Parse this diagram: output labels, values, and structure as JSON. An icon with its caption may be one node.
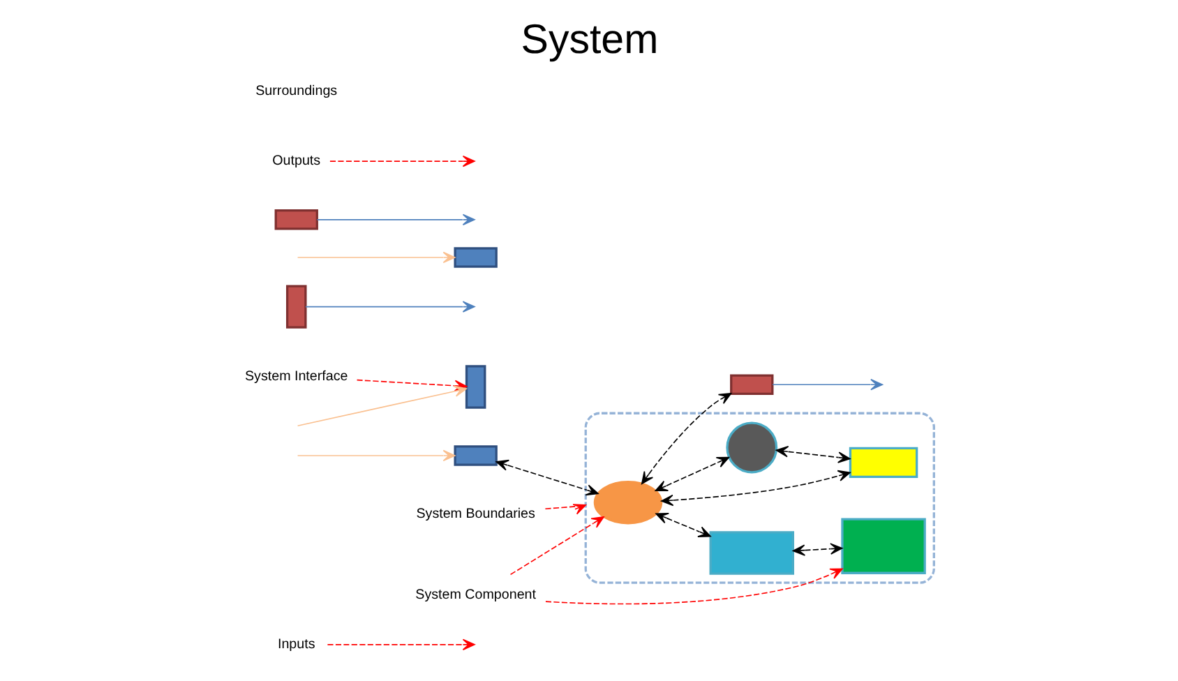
{
  "diagram": {
    "title": "System",
    "nodes": [
      {
        "text": [
          "Inputs"
        ]
      },
      {
        "text": [
          "System Component"
        ]
      },
      {
        "text": [],
        "shape": "ellipse"
      },
      {
        "text": [],
        "shape": "box"
      },
      {
        "text": [],
        "shape": "ellipse",
        "in": 2
      },
      {
        "text": [],
        "shape": "box"
      },
      {
        "text": [],
        "shape": "box",
        "in": 2
      },
      {
        "text": [],
        "shape": "box"
      },
      {
        "text": [],
        "shape": "box"
      },
      {
        "text": [],
        "shape": "box",
        "in": 2
      },
      {
        "text": [],
        "shape": "box",
        "in": 2
      },
      {
        "text": [],
        "shape": "box"
      },
      {
        "text": [],
        "shape": "circle",
        "in": 2
      },
      {
        "text": [],
        "shape": "box"
      },
      {
        "text": [
          "System Interface"
        ]
      },
      {
        "text": [
          "Outputs"
        ]
      },
      {
        "text": [
          "System Boundaries"
        ]
      }
    ],
    "edges": [
      {
        "from": null,
        "to": 3,
        "arrow": "to",
        "color": "#fac090"
      },
      {
        "from": null,
        "to": 7,
        "arrow": "to",
        "color": "#fac090"
      },
      {
        "from": null,
        "to": 11,
        "arrow": "to",
        "color": "#fac090"
      },
      {
        "from": 5,
        "to": null,
        "arrow": "to",
        "color": "#4f81bd"
      },
      {
        "from": 8,
        "to": null,
        "arrow": "to",
        "color": "#4f81bd"
      },
      {
        "from": 13,
        "to": null,
        "arrow": "to",
        "color": "#4f81bd"
      },
      {
        "from": 0,
        "to": null,
        "arrow": "to",
        "style": "dashed",
        "color": "#ff0000"
      },
      {
        "from": 1,
        "to": 4,
        "arrow": "to",
        "style": "dashed",
        "color": "#ff0000"
      },
      {
        "from": 1,
        "to": 6,
        "arrow": "to",
        "style": "dashed",
        "color": "#ff0000"
      },
      {
        "from": 14,
        "to": 7,
        "arrow": "to",
        "style": "dashed",
        "color": "#ff0000"
      },
      {
        "from": 16,
        "to": 2,
        "arrow": "to",
        "style": "dashed",
        "color": "#ff0000"
      },
      {
        "from": 15,
        "to": null,
        "arrow": "to",
        "style": "dashed",
        "color": "#ff0000"
      },
      {
        "from": 3,
        "to": 4,
        "arrow": "both",
        "style": "dashed"
      },
      {
        "from": 4,
        "to": 5,
        "arrow": "both",
        "style": "dashed"
      },
      {
        "from": 4,
        "to": 9,
        "arrow": "both",
        "style": "dashed"
      },
      {
        "from": 4,
        "to": 12,
        "arrow": "both",
        "style": "dashed"
      },
      {
        "from": 4,
        "to": 10,
        "arrow": "both",
        "style": "dashed"
      },
      {
        "from": 9,
        "to": 6,
        "arrow": "both",
        "style": "dashed"
      },
      {
        "from": 12,
        "to": 10,
        "arrow": "both",
        "style": "dashed"
      }
    ],
    "labels": [
      "Surroundings"
    ]
  }
}
